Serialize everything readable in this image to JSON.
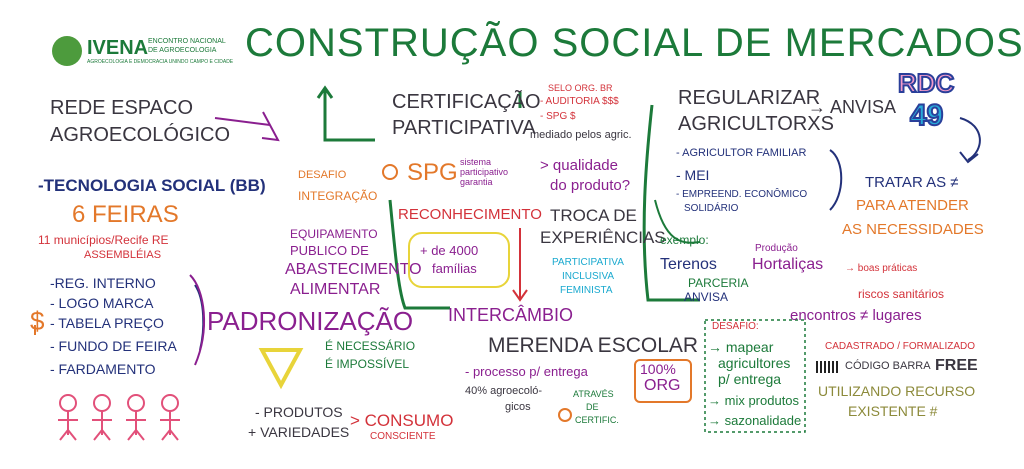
{
  "logo": {
    "name": "IVENA",
    "subtitle_line1": "ENCONTRO NACIONAL",
    "subtitle_line2": "DE AGROECOLOGIA",
    "tagline": "AGROECOLOGIA E DEMOCRACIA UNINDO CAMPO E CIDADE"
  },
  "title": "CONSTRUÇÃO SOCIAL DE MERCADOS",
  "left": {
    "rede_line1": "REDE ESPACO",
    "rede_line2": "AGROECOLÓGICO",
    "tecnologia": "-TECNOLOGIA SOCIAL (BB)",
    "feiras": "6 FEIRAS",
    "municipios": "11 municípios/Recife RE",
    "assembleias": "ASSEMBLÉIAS",
    "list": [
      "-REG. INTERNO",
      "- LOGO MARCA",
      "- TABELA PREÇO",
      "- FUNDO DE FEIRA",
      "- FARDAMENTO"
    ],
    "padronizacao": "PADRONIZAÇÃO",
    "dollar": "$"
  },
  "center": {
    "desafio": "DESAFIO",
    "integracao": "INTEGRAÇÃO",
    "certificacao_line1": "CERTIFICAÇÃO",
    "certificacao_line2": "PARTICIPATIVA",
    "selo": "SELO ORG. BR",
    "auditoria": "- AUDITORIA $$$",
    "spg_money": "- SPG $",
    "mediado": "mediado pelos agric.",
    "spg": "SPG",
    "spg_note_1": "sistema",
    "spg_note_2": "participativo",
    "spg_note_3": "garantia",
    "qualidade_1": "> qualidade",
    "qualidade_2": "do produto?",
    "reconhecimento": "RECONHECIMENTO",
    "equip_1": "EQUIPAMENTO",
    "equip_2": "PUBLICO DE",
    "equip_3": "ABASTECIMENTO",
    "equip_4": "ALIMENTAR",
    "familias_1": "+ de 4000",
    "familias_2": "famílias",
    "troca_1": "TROCA DE",
    "troca_2": "EXPERIÊNCIAS",
    "participativa_1": "PARTICIPATIVA",
    "participativa_2": "INCLUSIVA",
    "participativa_3": "FEMINISTA",
    "intercambio": "INTERCÂMBIO",
    "e_necessario": "É NECESSÁRIO",
    "e_impossivel": "É IMPOSSÍVEL",
    "merenda": "MERENDA ESCOLAR",
    "processo": "- processo p/ entrega",
    "org_1": "100%",
    "org_2": "ORG",
    "agroeco_1": "40% agroecoló-",
    "agroeco_2": "gicos",
    "atraves_1": "ATRAVÉS",
    "atraves_2": "DE",
    "atraves_3": "CERTIFIC.",
    "produtos_1": "- PRODUTOS",
    "produtos_2": "+ VARIEDADES",
    "consumo_1": "> CONSUMO",
    "consumo_2": "CONSCIENTE"
  },
  "right": {
    "regularizar_1": "REGULARIZAR",
    "regularizar_2": "AGRICULTORXS",
    "anvisa": "→ ANVISA",
    "rdc_1": "RDC",
    "rdc_2": "49",
    "agricultor": "- AGRICULTOR FAMILIAR",
    "mei": "- MEI",
    "empreend_1": "- EMPREEND. ECONÔMICO",
    "empreend_2": "SOLIDÁRIO",
    "tratar": "TRATAR AS ≠",
    "para_atender": "PARA ATENDER",
    "necessidades": "AS NECESSIDADES",
    "exemplo": "exemplo:",
    "terenos": "Terenos",
    "producao": "Produção",
    "hortalicas": "Hortaliças",
    "boas": "→ boas práticas",
    "riscos": "riscos sanitários",
    "parceria": "PARCERIA",
    "anvisa2": "ANVISA",
    "encontros": "encontros ≠ lugares",
    "desafio": "DESAFIO:",
    "mapear_1": "→ mapear",
    "mapear_2": "agricultores",
    "mapear_3": "p/ entrega",
    "mix": "→ mix produtos",
    "sazonal": "→ sazonalidade",
    "cadastro": "CADASTRADO / FORMALIZADO",
    "codigo": "CÓDIGO BARRA",
    "free": "FREE",
    "utilizando": "UTILIZANDO RECURSO",
    "existente": "EXISTENTE #"
  },
  "colors": {
    "green": "#1c7a3a",
    "blue": "#23317a",
    "purple": "#8a1f8f",
    "red": "#d3323a",
    "orange": "#e3782a",
    "cyan": "#1aa9cf",
    "yellow": "#e8d43a",
    "pink": "#e2507a"
  }
}
